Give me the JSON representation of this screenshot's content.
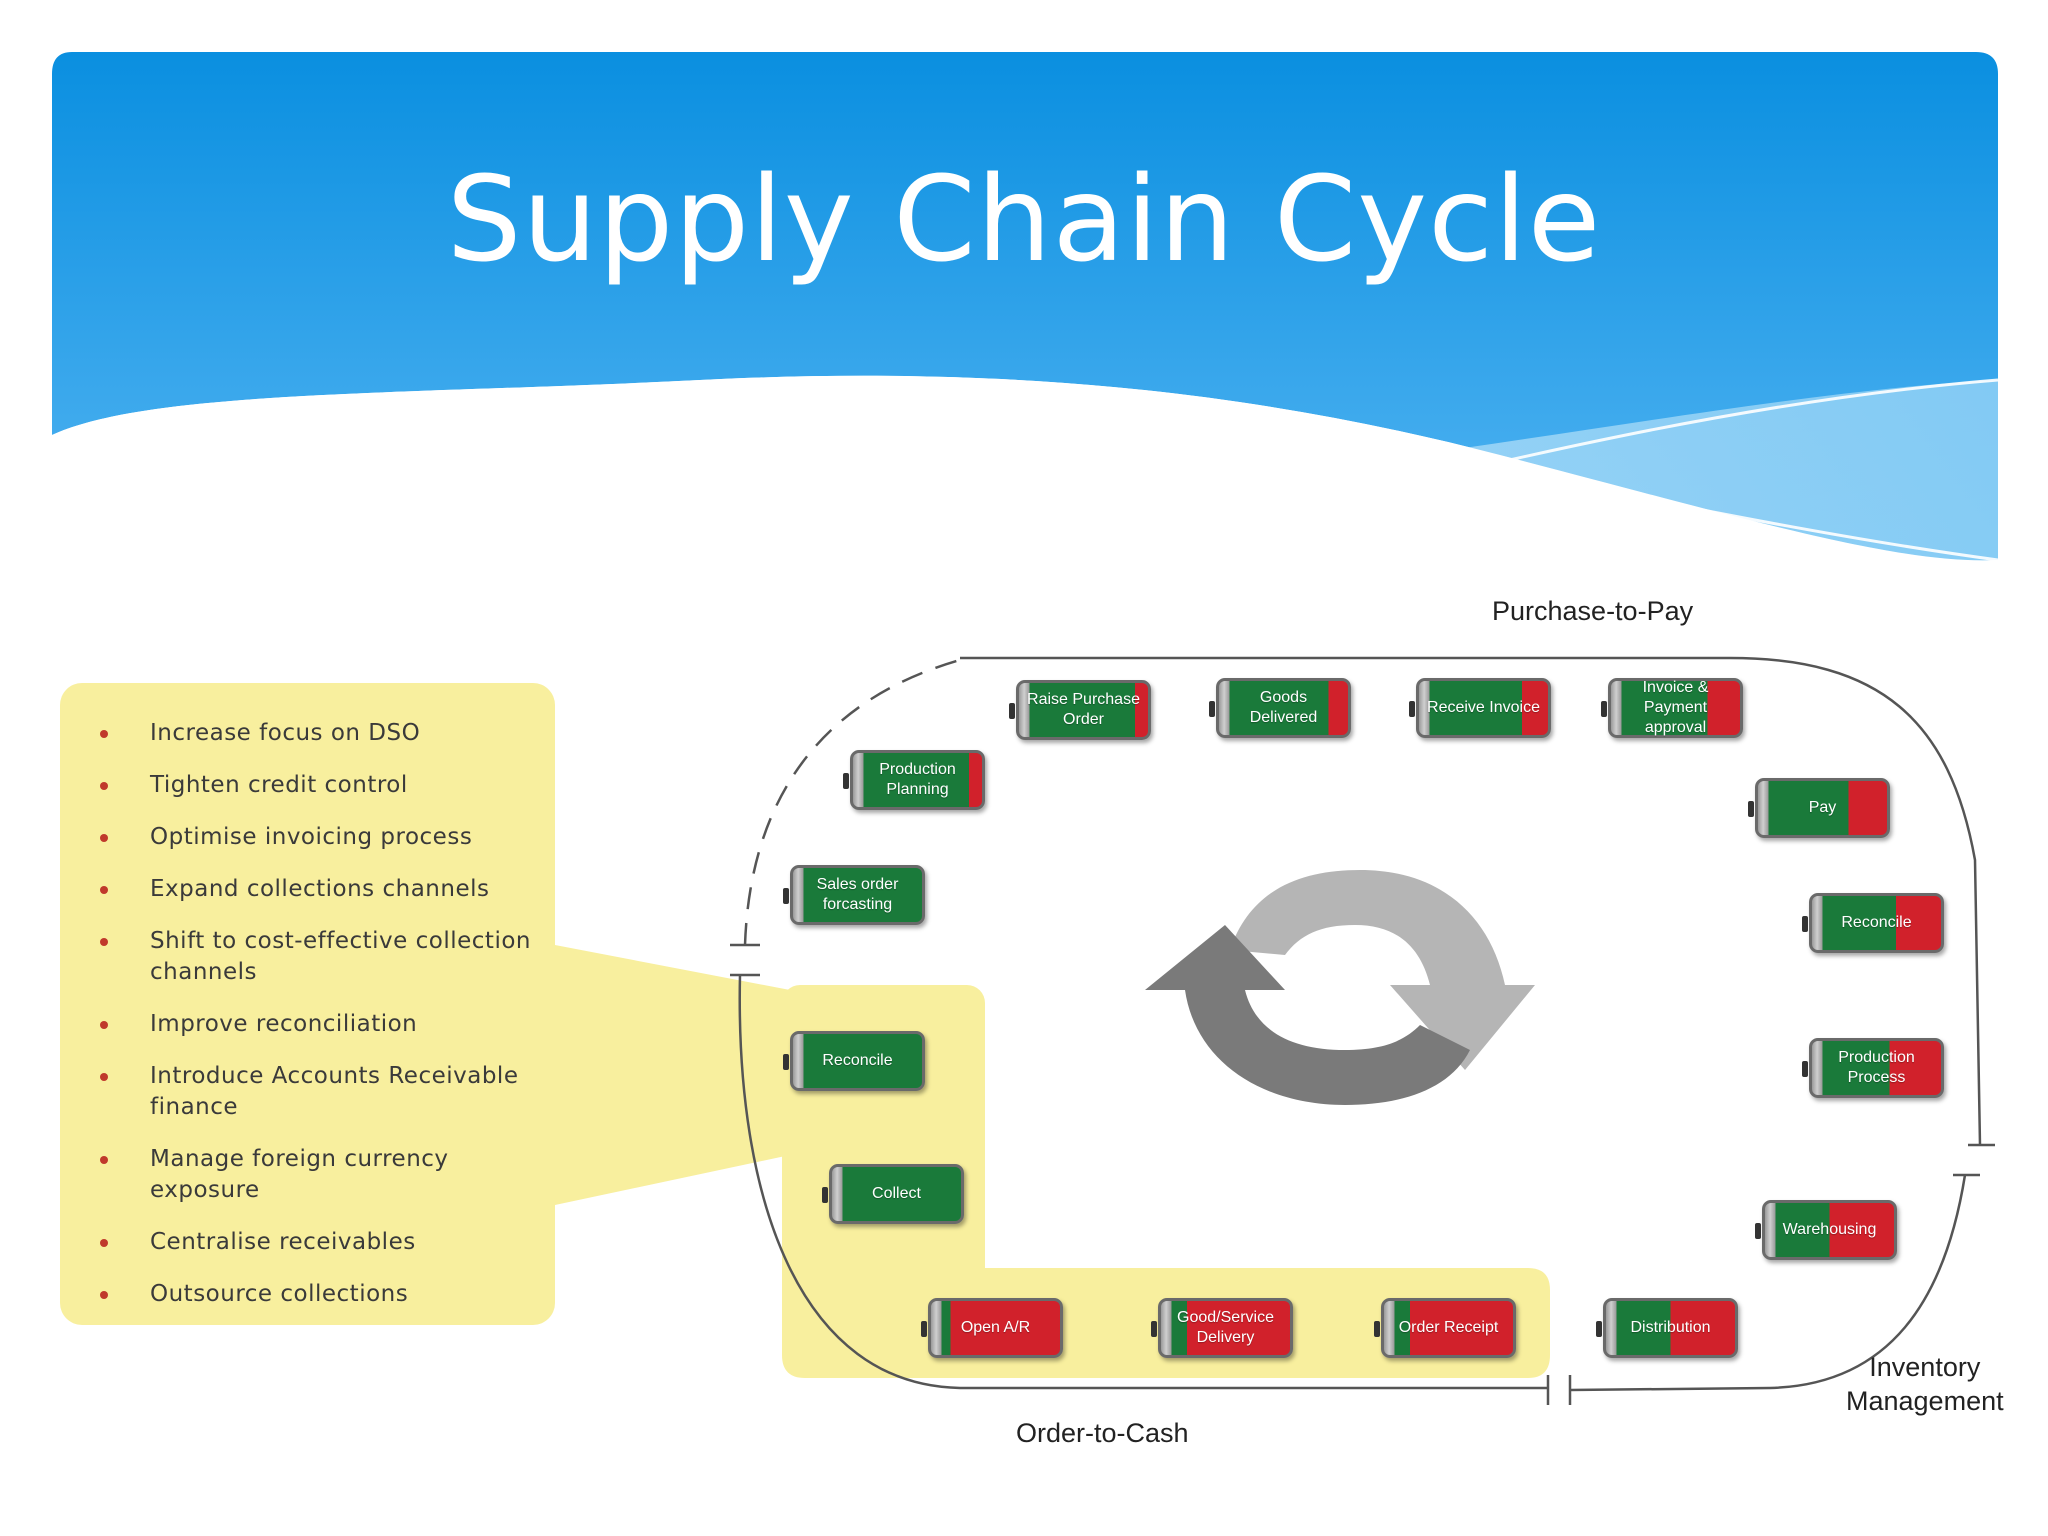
{
  "title": "Supply Chain Cycle",
  "colors": {
    "header_blue": "#0a8fe0",
    "header_light": "#8fd0f5",
    "panel_yellow": "#f8ef9e",
    "pill_green": "#1a7a3a",
    "pill_red": "#d1212b",
    "bullet_red": "#c0392b",
    "arrow_dark_gray": "#7a7a7a",
    "arrow_light_gray": "#b5b5b5"
  },
  "bullets": [
    "Increase focus on DSO",
    "Tighten credit control",
    "Optimise invoicing process",
    "Expand collections channels",
    "Shift to cost-effective collection channels",
    "Improve reconciliation",
    "Introduce Accounts Receivable finance",
    "Manage foreign currency exposure",
    "Centralise receivables",
    "Outsource collections"
  ],
  "sections": {
    "purchase_to_pay": "Purchase-to-Pay",
    "order_to_cash": "Order-to-Cash",
    "inventory_line1": "Inventory",
    "inventory_line2": "Management"
  },
  "center_icon": "cycle-arrows-icon",
  "steps": {
    "raise_po": {
      "label": "Raise Purchase Order",
      "green_fraction": 0.9
    },
    "goods_delivered": {
      "label": "Goods Delivered",
      "green_fraction": 0.85
    },
    "receive_invoice": {
      "label": "Receive Invoice",
      "green_fraction": 0.8
    },
    "invoice_payment": {
      "label": "Invoice & Payment approval",
      "green_fraction": 0.75
    },
    "pay": {
      "label": "Pay",
      "green_fraction": 0.7
    },
    "reconcile_right": {
      "label": "Reconcile",
      "green_fraction": 0.65
    },
    "production_process": {
      "label": "Production Process",
      "green_fraction": 0.6
    },
    "warehousing": {
      "label": "Warehousing",
      "green_fraction": 0.5
    },
    "distribution": {
      "label": "Distribution",
      "green_fraction": 0.5
    },
    "order_receipt": {
      "label": "Order Receipt",
      "green_fraction": 0.2
    },
    "good_service_delivery": {
      "label": "Good/Service Delivery",
      "green_fraction": 0.2
    },
    "open_ar": {
      "label": "Open A/R",
      "green_fraction": 0.15
    },
    "collect": {
      "label": "Collect",
      "green_fraction": 1.0
    },
    "reconcile_left": {
      "label": "Reconcile",
      "green_fraction": 1.0
    },
    "sales_order": {
      "label": "Sales order forcasting",
      "green_fraction": 1.0
    },
    "production_planning": {
      "label": "Production Planning",
      "green_fraction": 0.9
    }
  }
}
